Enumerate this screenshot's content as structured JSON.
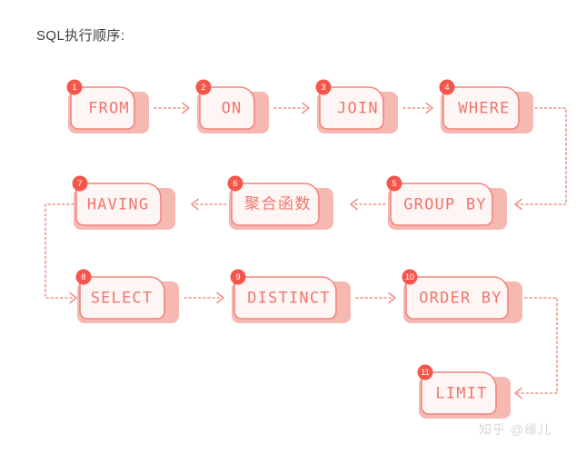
{
  "page": {
    "title": "SQL执行顺序:",
    "background_color": "#ffffff",
    "accent_color": "#f2756b",
    "badge_color": "#f4564c",
    "box_fill": "#fdf6f5",
    "box_border": "#f2857c",
    "connector_color": "#f0908a",
    "watermark": "知乎 @缘儿"
  },
  "diagram": {
    "type": "flowchart",
    "nodes": [
      {
        "order": "1",
        "label": "FROM",
        "script": "latin",
        "row": 1,
        "col": 1
      },
      {
        "order": "2",
        "label": "ON",
        "script": "latin",
        "row": 1,
        "col": 2
      },
      {
        "order": "3",
        "label": "JOIN",
        "script": "latin",
        "row": 1,
        "col": 3
      },
      {
        "order": "4",
        "label": "WHERE",
        "script": "latin",
        "row": 1,
        "col": 4
      },
      {
        "order": "5",
        "label": "GROUP BY",
        "script": "latin",
        "row": 2,
        "col": 4
      },
      {
        "order": "6",
        "label": "聚合函数",
        "script": "cjk",
        "row": 2,
        "col": 3
      },
      {
        "order": "7",
        "label": "HAVING",
        "script": "latin",
        "row": 2,
        "col": 1
      },
      {
        "order": "8",
        "label": "SELECT",
        "script": "latin",
        "row": 3,
        "col": 1
      },
      {
        "order": "9",
        "label": "DISTINCT",
        "script": "latin",
        "row": 3,
        "col": 2
      },
      {
        "order": "10",
        "label": "ORDER BY",
        "script": "latin",
        "row": 3,
        "col": 3
      },
      {
        "order": "11",
        "label": "LIMIT",
        "script": "latin",
        "row": 4,
        "col": 3
      }
    ],
    "edges": [
      {
        "from": "FROM",
        "to": "ON",
        "style": "dotted",
        "direction": "right"
      },
      {
        "from": "ON",
        "to": "JOIN",
        "style": "dotted",
        "direction": "right"
      },
      {
        "from": "JOIN",
        "to": "WHERE",
        "style": "dotted",
        "direction": "right"
      },
      {
        "from": "WHERE",
        "to": "GROUP BY",
        "style": "dotted",
        "direction": "right-down-left"
      },
      {
        "from": "GROUP BY",
        "to": "聚合函数",
        "style": "dotted",
        "direction": "left"
      },
      {
        "from": "聚合函数",
        "to": "HAVING",
        "style": "dotted",
        "direction": "left"
      },
      {
        "from": "HAVING",
        "to": "SELECT",
        "style": "dotted",
        "direction": "left-down-right"
      },
      {
        "from": "SELECT",
        "to": "DISTINCT",
        "style": "dotted",
        "direction": "right"
      },
      {
        "from": "DISTINCT",
        "to": "ORDER BY",
        "style": "dotted",
        "direction": "right"
      },
      {
        "from": "ORDER BY",
        "to": "LIMIT",
        "style": "dotted",
        "direction": "right-down-left"
      }
    ]
  }
}
